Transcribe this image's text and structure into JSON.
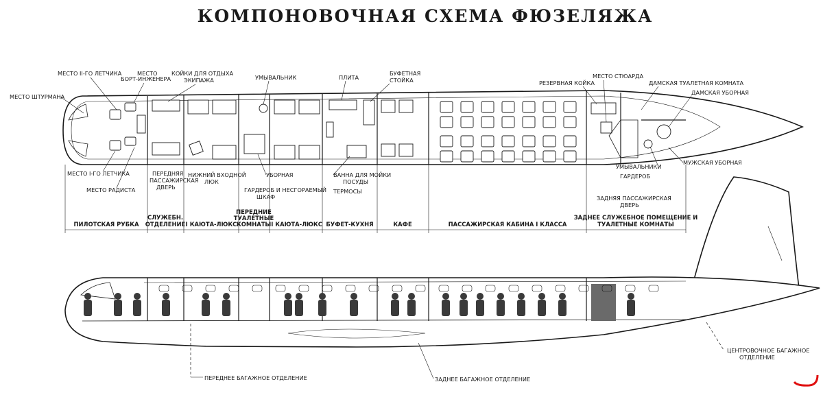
{
  "title": "КОМПОНОВОЧНАЯ СХЕМА ФЮЗЕЛЯЖА",
  "labels": {
    "navigator": "МЕСТО ШТУРМАНА",
    "pilot2": "МЕСТО II-ГО ЛЕТЧИКА",
    "engineer_1": "МЕСТО",
    "engineer_2": "БОРТ-ИНЖЕНЕРА",
    "crew_bunks_1": "КОЙКИ ДЛЯ ОТДЫХА",
    "crew_bunks_2": "ЭКИПАЖА",
    "washbasin": "УМЫВАЛЬНИК",
    "stove": "ПЛИТА",
    "buffet_1": "БУФЕТНАЯ",
    "buffet_2": "СТОЙКА",
    "reserve_bunk": "РЕЗЕРВНАЯ КОЙКА",
    "steward": "МЕСТО СТЮАРДА",
    "ladies_toilet_room": "ДАМСКАЯ ТУАЛЕТНАЯ КОМНАТА",
    "ladies_wc": "ДАМСКАЯ УБОРНАЯ",
    "pilot1": "МЕСТО I-ГО ЛЕТЧИКА",
    "radio": "МЕСТО РАДИСТА",
    "front_door_1": "ПЕРЕДНЯЯ",
    "front_door_2": "ПАССАЖИРСКАЯ",
    "front_door_3": "ДВЕРЬ",
    "lower_hatch_1": "НИЖНИЙ ВХОДНОЙ",
    "lower_hatch_2": "ЛЮК",
    "wc": "УБОРНАЯ",
    "wardrobe_1": "ГАРДЕРОБ И НЕСГОРАЕМЫЙ",
    "wardrobe_2": "ШКАФ",
    "wash_dishes_1": "ВАННА ДЛЯ МОЙКИ",
    "wash_dishes_2": "ПОСУДЫ",
    "thermos": "ТЕРМОСЫ",
    "washbasins": "УМЫВАЛЬНИКИ",
    "wardrobe": "ГАРДЕРОБ",
    "mens_wc": "МУЖСКАЯ УБОРНАЯ",
    "rear_door_1": "ЗАДНЯЯ ПАССАЖИРСКАЯ",
    "rear_door_2": "ДВЕРЬ",
    "fwd_baggage": "ПЕРЕДНЕЕ БАГАЖНОЕ ОТДЕЛЕНИЕ",
    "rear_baggage": "ЗАДНЕЕ БАГАЖНОЕ ОТДЕЛЕНИЕ",
    "center_baggage_1": "ЦЕНТРОВОЧНОЕ БАГАЖНОЕ",
    "center_baggage_2": "ОТДЕЛЕНИЕ"
  },
  "sections": {
    "cockpit": "ПИЛОТСКАЯ РУБКА",
    "service_1": "СЛУЖЕБН.",
    "service_2": "ОТДЕЛЕНИЕ",
    "lux1": "I КАЮТА-ЛЮКС",
    "toilets_1": "ПЕРЕДНИЕ",
    "toilets_2": "ТУАЛЕТНЫЕ",
    "toilets_3": "КОМНАТЫ",
    "lux2": "II КАЮТА-ЛЮКС",
    "buffet": "БУФЕТ-КУХНЯ",
    "cafe": "КАФЕ",
    "cabin": "ПАССАЖИРСКАЯ КАБИНА I КЛАССА",
    "rear_1": "ЗАДНЕЕ СЛУЖЕБНОЕ ПОМЕЩЕНИЕ И",
    "rear_2": "ТУАЛЕТНЫЕ КОМНАТЫ"
  }
}
